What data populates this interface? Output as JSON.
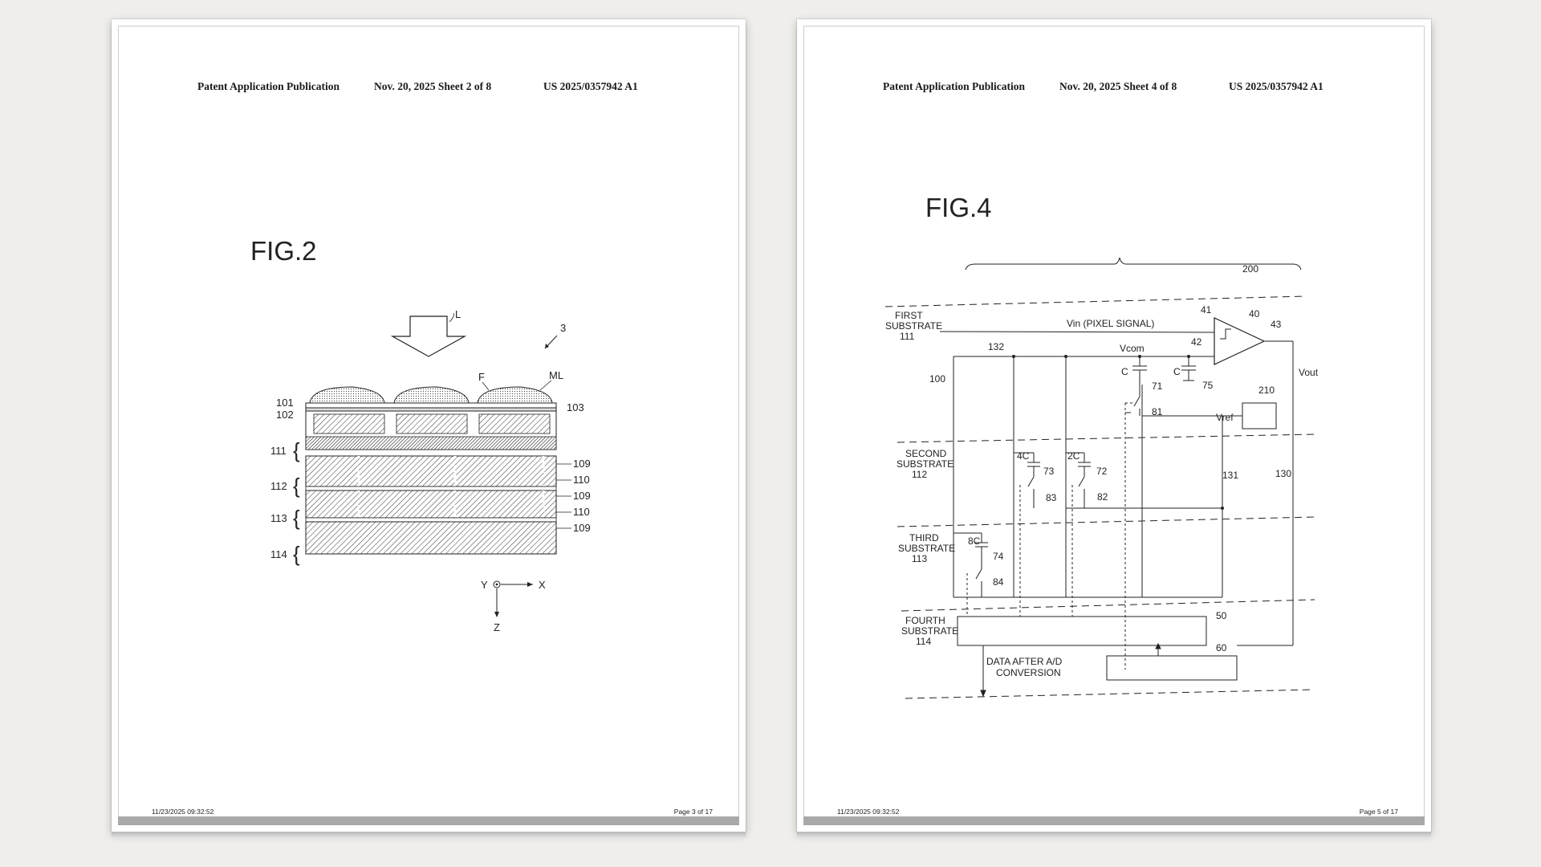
{
  "pages": [
    {
      "header": {
        "publication": "Patent Application Publication",
        "date_sheet": "Nov. 20, 2025  Sheet 2 of 8",
        "number": "US 2025/0357942 A1"
      },
      "figure_title": "FIG.2",
      "labels": {
        "L": "L",
        "ref3": "3",
        "F": "F",
        "ML": "ML",
        "r101": "101",
        "r102": "102",
        "r103": "103",
        "r111": "111",
        "r112": "112",
        "r113": "113",
        "r114": "114",
        "r109a": "109",
        "r110a": "110",
        "r109b": "109",
        "r110b": "110",
        "r109c": "109",
        "axis_y": "Y",
        "axis_x": "X",
        "axis_z": "Z"
      },
      "footer": {
        "timestamp": "11/23/2025 09:32:52",
        "page": "Page 3 of 17"
      }
    },
    {
      "header": {
        "publication": "Patent Application Publication",
        "date_sheet": "Nov. 20, 2025  Sheet 4 of 8",
        "number": "US 2025/0357942 A1"
      },
      "figure_title": "FIG.4",
      "labels": {
        "r200": "200",
        "first_sub_1": "FIRST",
        "first_sub_2": "SUBSTRATE",
        "first_sub_3": "111",
        "second_sub_1": "SECOND",
        "second_sub_2": "SUBSTRATE",
        "second_sub_3": "112",
        "third_sub_1": "THIRD",
        "third_sub_2": "SUBSTRATE",
        "third_sub_3": "113",
        "fourth_sub_1": "FOURTH",
        "fourth_sub_2": "SUBSTRATE",
        "fourth_sub_3": "114",
        "vin": "Vin (PIXEL SIGNAL)",
        "r41": "41",
        "r40": "40",
        "r42": "42",
        "r43": "43",
        "r132": "132",
        "vcom": "Vcom",
        "vout": "Vout",
        "r100": "100",
        "c1": "C",
        "c2": "C",
        "r71": "71",
        "r75": "75",
        "r81": "81",
        "r210": "210",
        "vref": "Vref",
        "c4": "4C",
        "r73": "73",
        "c2x": "2C",
        "r72": "72",
        "r83": "83",
        "r82": "82",
        "r131": "131",
        "r130": "130",
        "c8": "8C",
        "r74": "74",
        "r84": "84",
        "r50": "50",
        "r60": "60",
        "data_1": "DATA AFTER A/D",
        "data_2": "CONVERSION"
      },
      "footer": {
        "timestamp": "11/23/2025 09:32:52",
        "page": "Page 5 of 17"
      }
    }
  ]
}
